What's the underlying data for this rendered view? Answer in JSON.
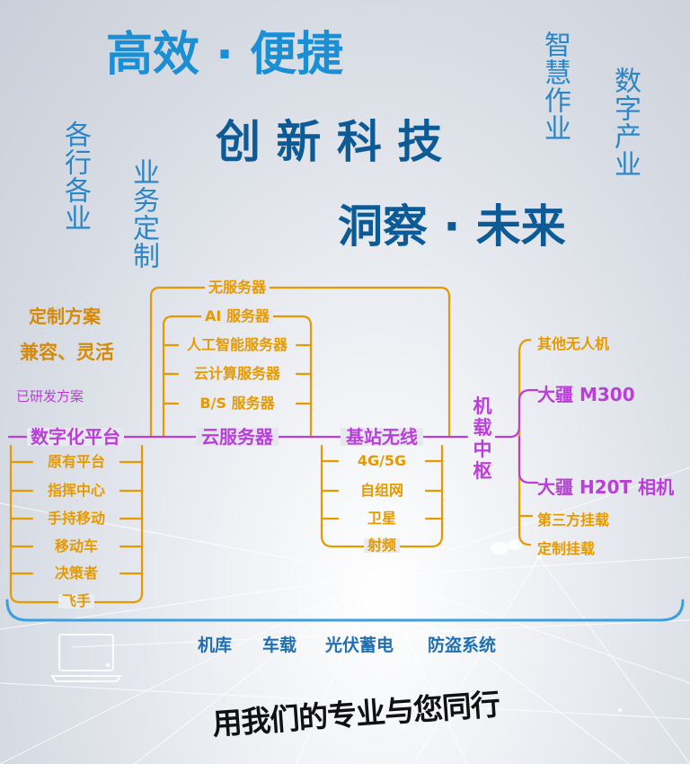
{
  "slogans": {
    "line1": "高效 · 便捷",
    "line2": "创 新 科 技",
    "line3": "洞察 · 未来"
  },
  "vertical_labels": {
    "smart_ops": "智慧作业",
    "digital_industry": "数字产业",
    "all_industries": "各行各业",
    "custom_business": "业务定制"
  },
  "left_notes": {
    "custom_solution": "定制方案",
    "compatible_flexible": "兼容、灵活",
    "developed_solutions": "已研发方案"
  },
  "platform": {
    "title": "数字化平台",
    "items": [
      "原有平台",
      "指挥中心",
      "手持移动",
      "移动车",
      "决策者",
      "飞手"
    ]
  },
  "servers": {
    "serverless": "无服务器",
    "ai": "AI 服务器",
    "ai_cn": "人工智能服务器",
    "cloud_compute": "云计算服务器",
    "bs": "B/S 服务器",
    "cloud": "云服务器"
  },
  "network": {
    "title": "基站无线",
    "items": [
      "4G/5G",
      "自组网",
      "卫星",
      "射频"
    ]
  },
  "hub": {
    "label": "机载中枢"
  },
  "drones": {
    "other": "其他无人机",
    "m300": "大疆 M300",
    "h20t": "大疆 H20T 相机",
    "third_party": "第三方挂载",
    "custom_mount": "定制挂载"
  },
  "base_items": [
    "机库",
    "车载",
    "光伏蓄电",
    "防盗系统"
  ],
  "motto": "用我们的专业与您同行",
  "colors": {
    "orange": "#e69a00",
    "purple": "#b93fd8",
    "blue": "#1b8fd4",
    "frame": "#3aa0e0"
  }
}
